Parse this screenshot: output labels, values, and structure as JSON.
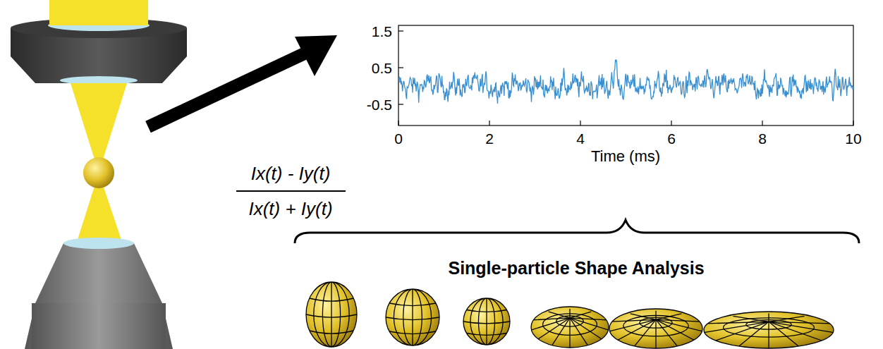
{
  "diagram": {
    "labels": [
      "Ix(t) - Iy(t)",
      "Ix(t) + Iy(t)",
      "1.5",
      "0.5",
      "-0.5",
      "0",
      "2",
      "4",
      "6",
      "8",
      "10",
      "Time (ms)",
      "Single-particle Shape Analysis"
    ]
  }
}
